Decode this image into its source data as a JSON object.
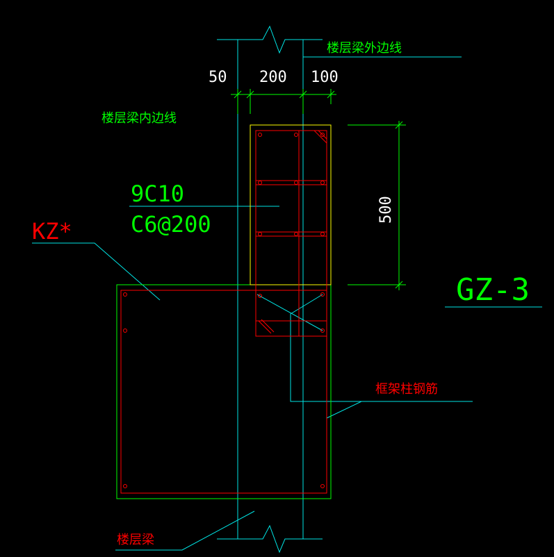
{
  "labels": {
    "beam_outer_edge": "楼层梁外边线",
    "beam_inner_edge": "楼层梁内边线",
    "rebar_main": "9C10",
    "rebar_stirrup": "C6@200",
    "column_kz": "KZ*",
    "gz_label": "GZ-3",
    "frame_rebar": "框架柱钢筋",
    "floor_beam": "楼层梁"
  },
  "dimensions": {
    "d50": "50",
    "d200": "200",
    "d100": "100",
    "d500": "500"
  },
  "colors": {
    "background": "#000000",
    "cyan": "#00e5e5",
    "green": "#00ff00",
    "red": "#ff0000",
    "yellow": "#ffff00",
    "white": "#ffffff"
  }
}
